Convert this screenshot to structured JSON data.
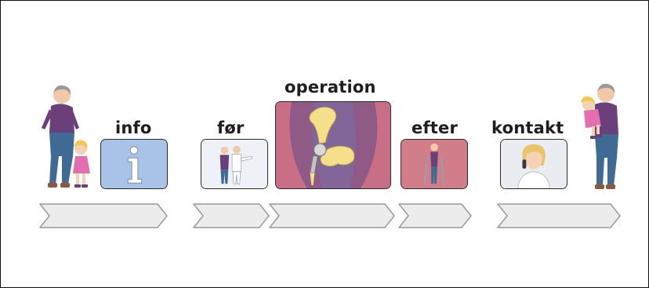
{
  "steps": [
    {
      "id": "info",
      "label": "info"
    },
    {
      "id": "for",
      "label": "før"
    },
    {
      "id": "operation",
      "label": "operation"
    },
    {
      "id": "efter",
      "label": "efter"
    },
    {
      "id": "kontakt",
      "label": "kontakt"
    }
  ],
  "icons": {
    "info": "info-icon",
    "for": "doctor-consultation-icon",
    "operation": "hip-implant-icon",
    "efter": "crutches-walking-icon",
    "kontakt": "nurse-phone-icon",
    "left_figure": "grandmother-child-icon",
    "right_figure": "grandmother-holding-child-icon"
  },
  "colors": {
    "info_bg": "#a9c3e8",
    "operation_bg": "#c86f86",
    "efter_bg": "#d17e8a",
    "arrow_fill": "#ececec",
    "arrow_stroke": "#9a9a9a",
    "purple": "#6b3f7a"
  }
}
